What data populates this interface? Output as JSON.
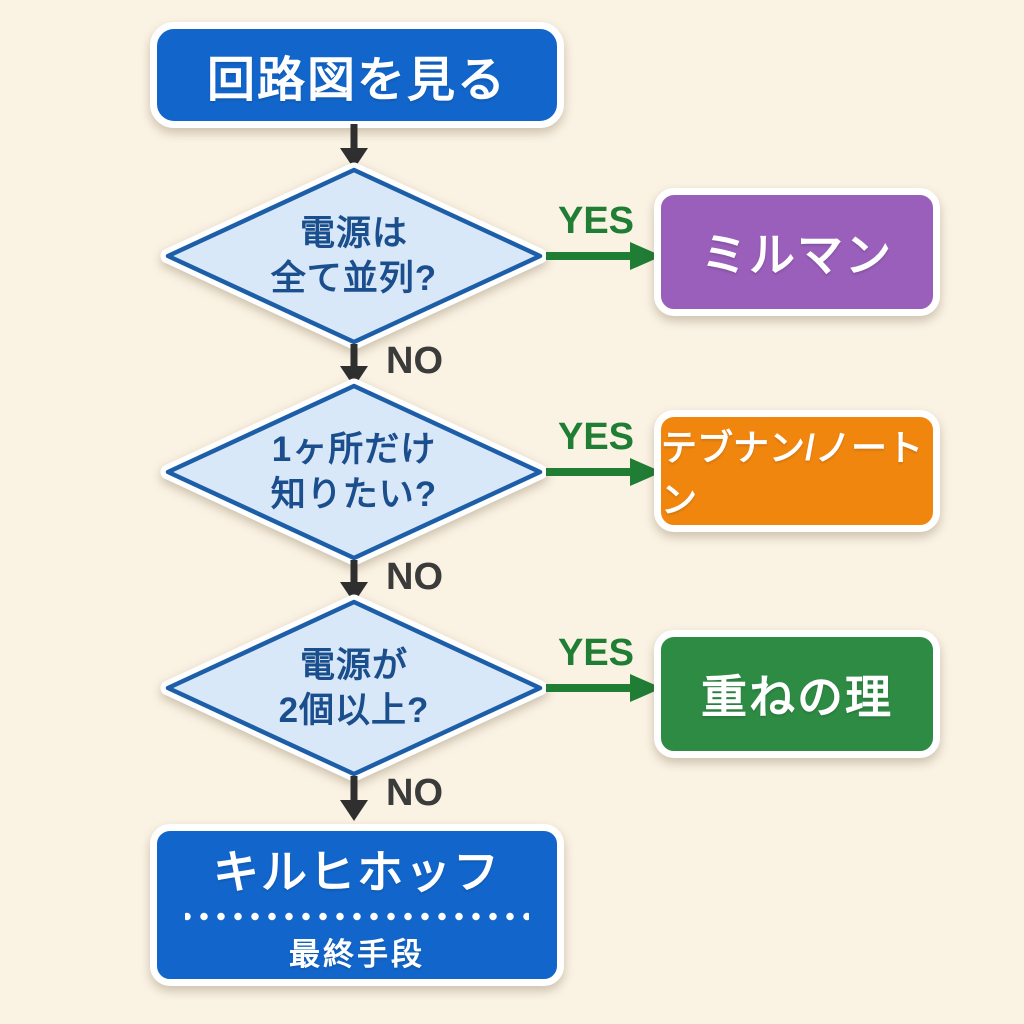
{
  "colors": {
    "background": "#faf2e3",
    "process_blue": "#1266cb",
    "diamond_fill": "#d9e8f8",
    "diamond_border": "#1d5ea8",
    "diamond_text": "#1b4e8d",
    "yes_green": "#1f7d34",
    "no_dark": "#3b3b3b",
    "millman_purple": "#995fba",
    "thevenin_orange": "#f1860f",
    "superposition_green": "#2e8b44"
  },
  "flowchart": {
    "start": {
      "label": "回路図を見る"
    },
    "decisions": [
      {
        "line1": "電源は",
        "line2": "全て並列?",
        "yes": "YES",
        "no": "NO"
      },
      {
        "line1": "1ヶ所だけ",
        "line2": "知りたい?",
        "yes": "YES",
        "no": "NO"
      },
      {
        "line1": "電源が",
        "line2": "2個以上?",
        "yes": "YES",
        "no": "NO"
      }
    ],
    "results": [
      {
        "label": "ミルマン"
      },
      {
        "label": "テブナン/ノートン"
      },
      {
        "label": "重ねの理"
      }
    ],
    "final": {
      "title": "キルヒホッフ",
      "subtitle": "最終手段"
    }
  }
}
